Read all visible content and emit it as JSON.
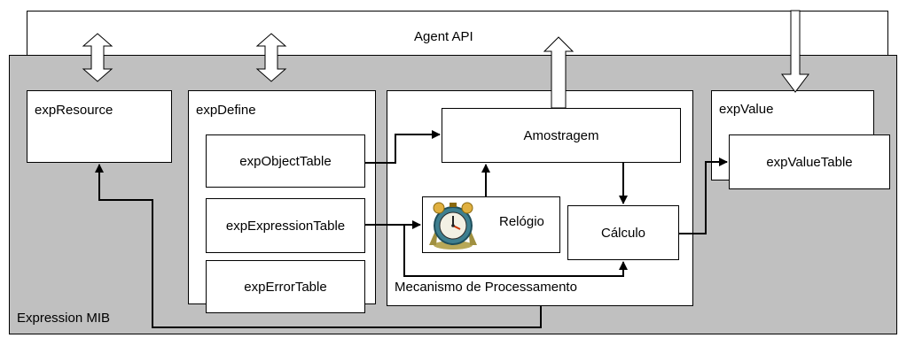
{
  "diagram": {
    "agent_api": "Agent API",
    "expression_mib": "Expression MIB",
    "exp_resource": "expResource",
    "exp_define": "expDefine",
    "exp_object_table": "expObjectTable",
    "exp_expression_table": "expExpressionTable",
    "exp_error_table": "expErrorTable",
    "processing": "Mecanismo de Processamento",
    "sampling": "Amostragem",
    "clock": "Relógio",
    "calculation": "Cálculo",
    "exp_value": "expValue",
    "exp_value_table": "expValueTable"
  },
  "colors": {
    "mib_background": "#c0c0c0",
    "box_fill": "#ffffff",
    "line": "#000000",
    "clock_icon": "clock-icon"
  }
}
